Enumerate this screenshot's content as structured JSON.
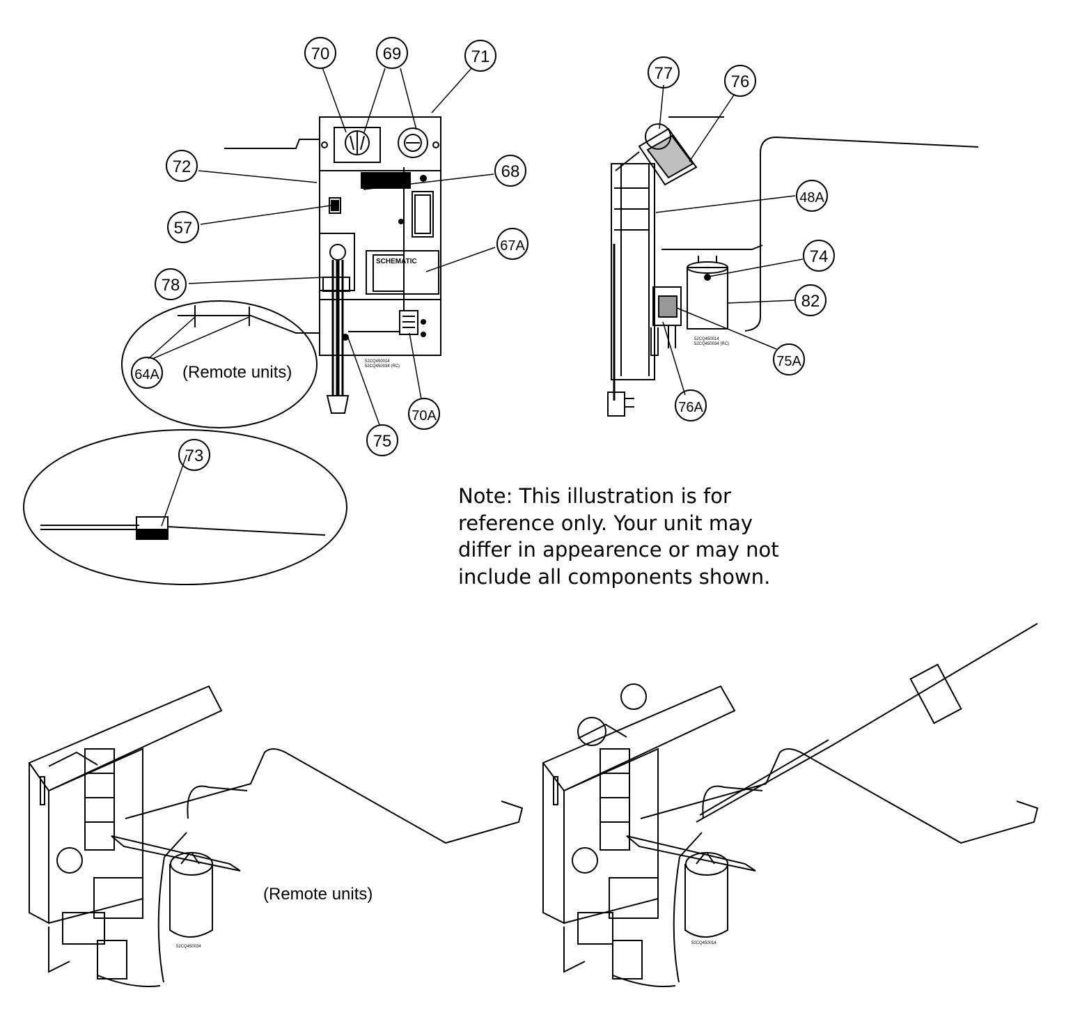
{
  "callouts": [
    "70",
    "69",
    "71",
    "72",
    "68",
    "57",
    "67A",
    "78",
    "64A",
    "73",
    "75",
    "70A",
    "77",
    "76",
    "48A",
    "74",
    "82",
    "75A",
    "76A"
  ],
  "captions": {
    "remote_top": "(Remote units)",
    "remote_bottom": "(Remote units)"
  },
  "note": {
    "lines": [
      "Note: This illustration is for",
      "reference only. Your unit may",
      "differ in appearence or may not",
      "include all components shown."
    ]
  },
  "panel_labels": {
    "schematic": "SCHEMATIC",
    "code_front_1": "52CQ450014",
    "code_front_2": "52CQ450034 (RC)",
    "code_side_1": "52CQ450014",
    "code_side_2": "52CQ450034 (RC)",
    "code_iso_left": "52CQ450034",
    "code_iso_right": "52CQ450014"
  }
}
